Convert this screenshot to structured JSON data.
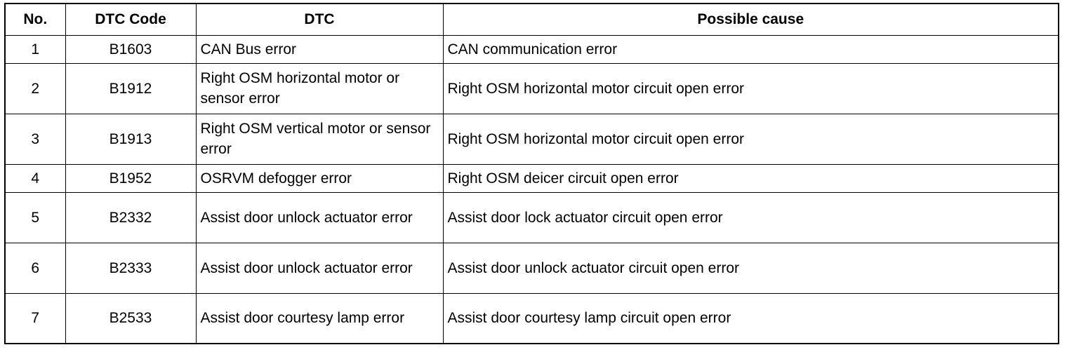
{
  "table": {
    "headers": {
      "no": "No.",
      "code": "DTC Code",
      "dtc": "DTC",
      "cause": "Possible cause"
    },
    "rows": [
      {
        "no": "1",
        "code": "B1603",
        "dtc": "CAN Bus error",
        "cause": "CAN communication error"
      },
      {
        "no": "2",
        "code": "B1912",
        "dtc": "Right OSM horizontal motor or sensor error",
        "cause": "Right OSM horizontal motor circuit open error"
      },
      {
        "no": "3",
        "code": "B1913",
        "dtc": "Right OSM vertical motor or sensor error",
        "cause": "Right OSM horizontal motor circuit open error"
      },
      {
        "no": "4",
        "code": "B1952",
        "dtc": "OSRVM defogger error",
        "cause": "Right OSM deicer circuit open error"
      },
      {
        "no": "5",
        "code": "B2332",
        "dtc": "Assist door unlock actuator error",
        "cause": "Assist door lock actuator circuit open error"
      },
      {
        "no": "6",
        "code": "B2333",
        "dtc": "Assist door unlock actuator error",
        "cause": "Assist door unlock actuator circuit open error"
      },
      {
        "no": "7",
        "code": "B2533",
        "dtc": "Assist door courtesy lamp error",
        "cause": "Assist door courtesy lamp circuit open error"
      }
    ]
  }
}
